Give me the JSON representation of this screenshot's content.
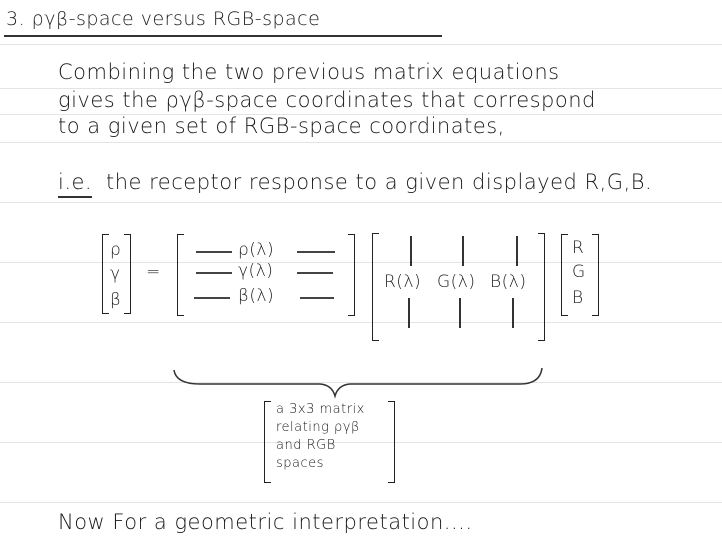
{
  "title": "3. ργβ-space versus RGB-space",
  "paragraph": [
    "Combining the two previous matrix equations",
    "gives the ργβ-space coordinates that correspond",
    "to a given set of RGB-space coordinates,"
  ],
  "ie_label": "i.e.",
  "ie_text": "the receptor response to a given displayed R,G,B.",
  "equation": {
    "lhs": [
      "ρ",
      "γ",
      "β"
    ],
    "equals": "=",
    "receptor_rows": [
      "ρ(λ)",
      "γ(λ)",
      "β(λ)"
    ],
    "primary_columns": [
      "R(λ)",
      "G(λ)",
      "B(λ)"
    ],
    "rgb_vector": [
      "R",
      "G",
      "B"
    ]
  },
  "note": [
    "a 3x3 matrix",
    "relating ργβ",
    "and RGB",
    "spaces"
  ],
  "closing": "Now For a geometric interpretation...."
}
